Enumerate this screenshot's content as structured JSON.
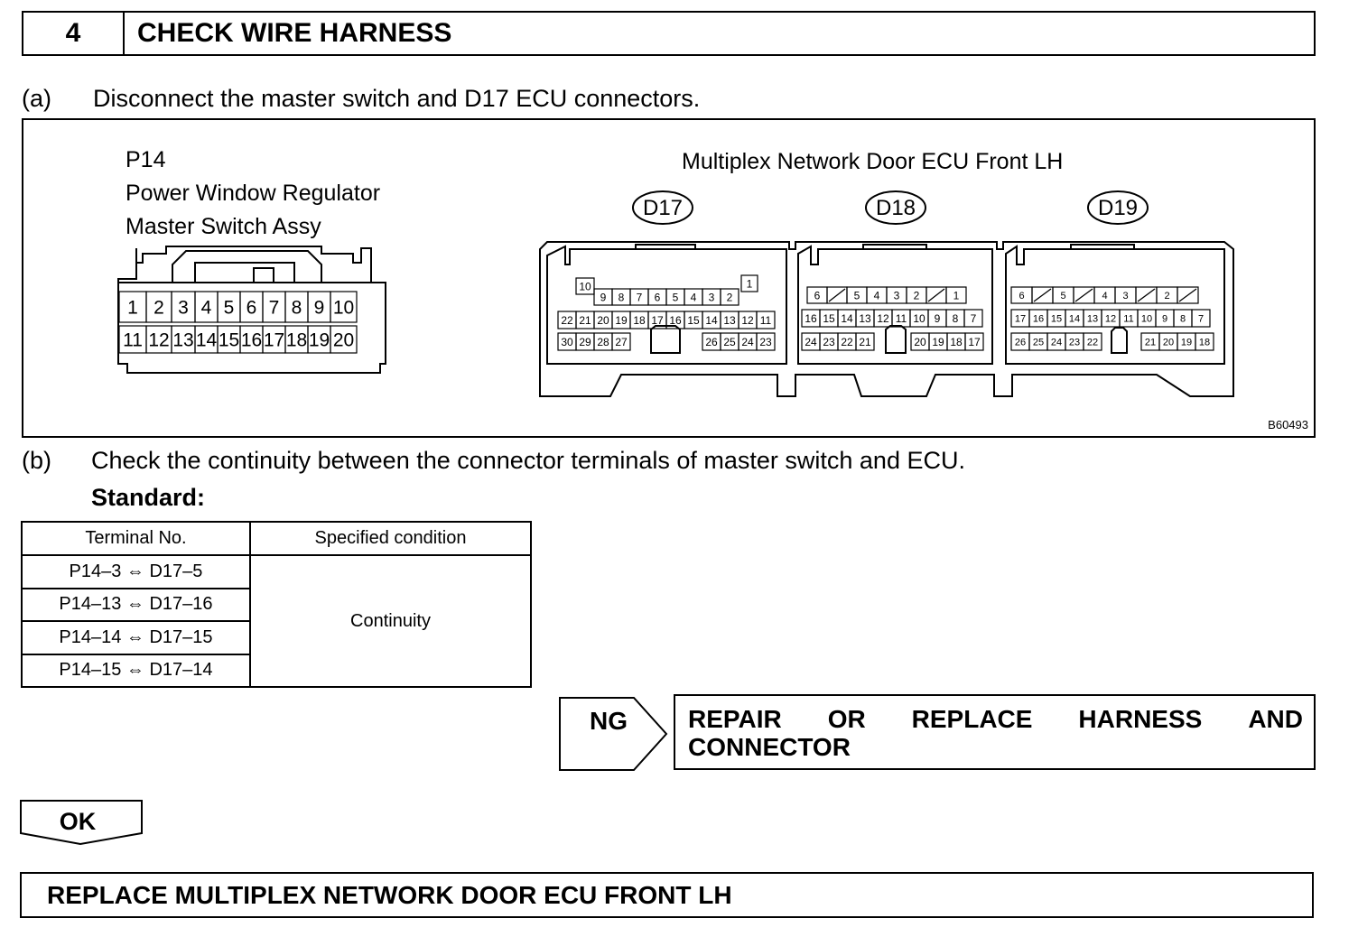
{
  "header": {
    "step_number": "4",
    "title": "CHECK WIRE HARNESS"
  },
  "step_a": {
    "letter": "(a)",
    "text": "Disconnect the master switch and D17 ECU connectors."
  },
  "figure": {
    "switch": {
      "code": "P14",
      "name_line1": "Power Window Regulator",
      "name_line2": "Master Switch Assy",
      "top_row": [
        "1",
        "2",
        "3",
        "4",
        "5",
        "6",
        "7",
        "8",
        "9",
        "10"
      ],
      "bottom_row": [
        "11",
        "12",
        "13",
        "14",
        "15",
        "16",
        "17",
        "18",
        "19",
        "20"
      ]
    },
    "ecu": {
      "title": "Multiplex Network Door ECU Front LH",
      "connectors": [
        "D17",
        "D18",
        "D19"
      ],
      "d17": {
        "row0": [
          "10",
          "1"
        ],
        "row1": [
          "9",
          "8",
          "7",
          "6",
          "5",
          "4",
          "3",
          "2"
        ],
        "row2": [
          "22",
          "21",
          "20",
          "19",
          "18",
          "17",
          "16",
          "15",
          "14",
          "13",
          "12",
          "11"
        ],
        "row3_left": [
          "30",
          "29",
          "28",
          "27"
        ],
        "row3_right": [
          "26",
          "25",
          "24",
          "23"
        ]
      },
      "d18": {
        "row1": [
          "6",
          "",
          "5",
          "4",
          "3",
          "2",
          "",
          "1"
        ],
        "row2": [
          "16",
          "15",
          "14",
          "13",
          "12",
          "11",
          "10",
          "9",
          "8",
          "7"
        ],
        "row3_left": [
          "24",
          "23",
          "22",
          "21"
        ],
        "row3_right": [
          "20",
          "19",
          "18",
          "17"
        ]
      },
      "d19": {
        "row1": [
          "6",
          "",
          "5",
          "",
          "4",
          "3",
          "",
          "2",
          ""
        ],
        "row2": [
          "17",
          "16",
          "15",
          "14",
          "13",
          "12",
          "11",
          "10",
          "9",
          "8",
          "7"
        ],
        "row3_left": [
          "26",
          "25",
          "24",
          "23",
          "22"
        ],
        "row3_right": [
          "21",
          "20",
          "19",
          "18"
        ]
      }
    },
    "figure_id": "B60493"
  },
  "step_b": {
    "letter": "(b)",
    "text": "Check the continuity between the connector terminals of master switch and ECU.",
    "standard_label": "Standard:"
  },
  "table": {
    "headers": [
      "Terminal No.",
      "Specified condition"
    ],
    "rows": [
      "P14–3 ⇔ D17–5",
      "P14–13 ⇔ D17–16",
      "P14–14 ⇔ D17–15",
      "P14–15 ⇔ D17–14"
    ],
    "condition": "Continuity"
  },
  "ng": {
    "label": "NG",
    "words_line1": [
      "REPAIR",
      "OR",
      "REPLACE",
      "HARNESS",
      "AND"
    ],
    "line2": "CONNECTOR"
  },
  "ok": {
    "label": "OK"
  },
  "final": {
    "text": "REPLACE MULTIPLEX NETWORK DOOR ECU FRONT LH"
  }
}
